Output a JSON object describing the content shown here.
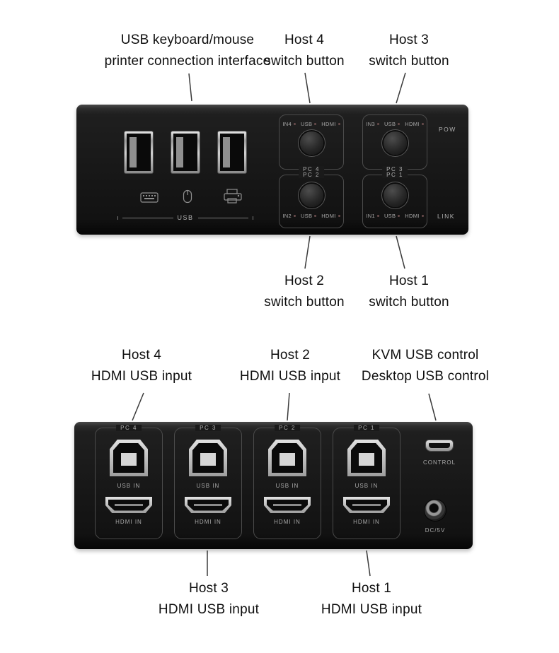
{
  "callouts": {
    "usb_interface": [
      "USB keyboard/mouse",
      "printer connection interface"
    ],
    "host4_switch": [
      "Host 4",
      "switch button"
    ],
    "host3_switch": [
      "Host 3",
      "switch button"
    ],
    "host2_switch": [
      "Host 2",
      "switch button"
    ],
    "host1_switch": [
      "Host 1",
      "switch button"
    ],
    "host4_input": [
      "Host 4",
      "HDMI USB input"
    ],
    "host2_input": [
      "Host 2",
      "HDMI USB input"
    ],
    "kvm_control": [
      "KVM USB control",
      "Desktop USB control"
    ],
    "host3_input": [
      "Host 3",
      "HDMI USB input"
    ],
    "host1_input": [
      "Host 1",
      "HDMI USB input"
    ]
  },
  "front_panel": {
    "usb_section_label": "USB",
    "pow_label": "POW",
    "link_label": "LINK",
    "icons": [
      "keyboard-icon",
      "mouse-icon",
      "printer-icon"
    ],
    "groups": [
      {
        "in_label": "IN4",
        "usb_label": "USB",
        "hdmi_label": "HDMI",
        "pc_label": "PC 4"
      },
      {
        "in_label": "IN3",
        "usb_label": "USB",
        "hdmi_label": "HDMI",
        "pc_label": "PC 3"
      },
      {
        "in_label": "IN2",
        "usb_label": "USB",
        "hdmi_label": "HDMI",
        "pc_label": "PC 2"
      },
      {
        "in_label": "IN1",
        "usb_label": "USB",
        "hdmi_label": "HDMI",
        "pc_label": "PC 1"
      }
    ]
  },
  "back_panel": {
    "ports": [
      {
        "pc_label": "PC 4",
        "usb_in_label": "USB IN",
        "hdmi_in_label": "HDMI IN"
      },
      {
        "pc_label": "PC 3",
        "usb_in_label": "USB IN",
        "hdmi_in_label": "HDMI IN"
      },
      {
        "pc_label": "PC 2",
        "usb_in_label": "USB IN",
        "hdmi_in_label": "HDMI IN"
      },
      {
        "pc_label": "PC 1",
        "usb_in_label": "USB IN",
        "hdmi_in_label": "HDMI IN"
      }
    ],
    "control_label": "CONTROL",
    "dc_label": "DC/5V"
  },
  "colors": {
    "device_body": "#1c1c1c",
    "device_text": "#a8a8a8",
    "callout_text": "#0f0f0f",
    "callout_line": "#3a3a3a",
    "metal": "#bdbdbd"
  }
}
